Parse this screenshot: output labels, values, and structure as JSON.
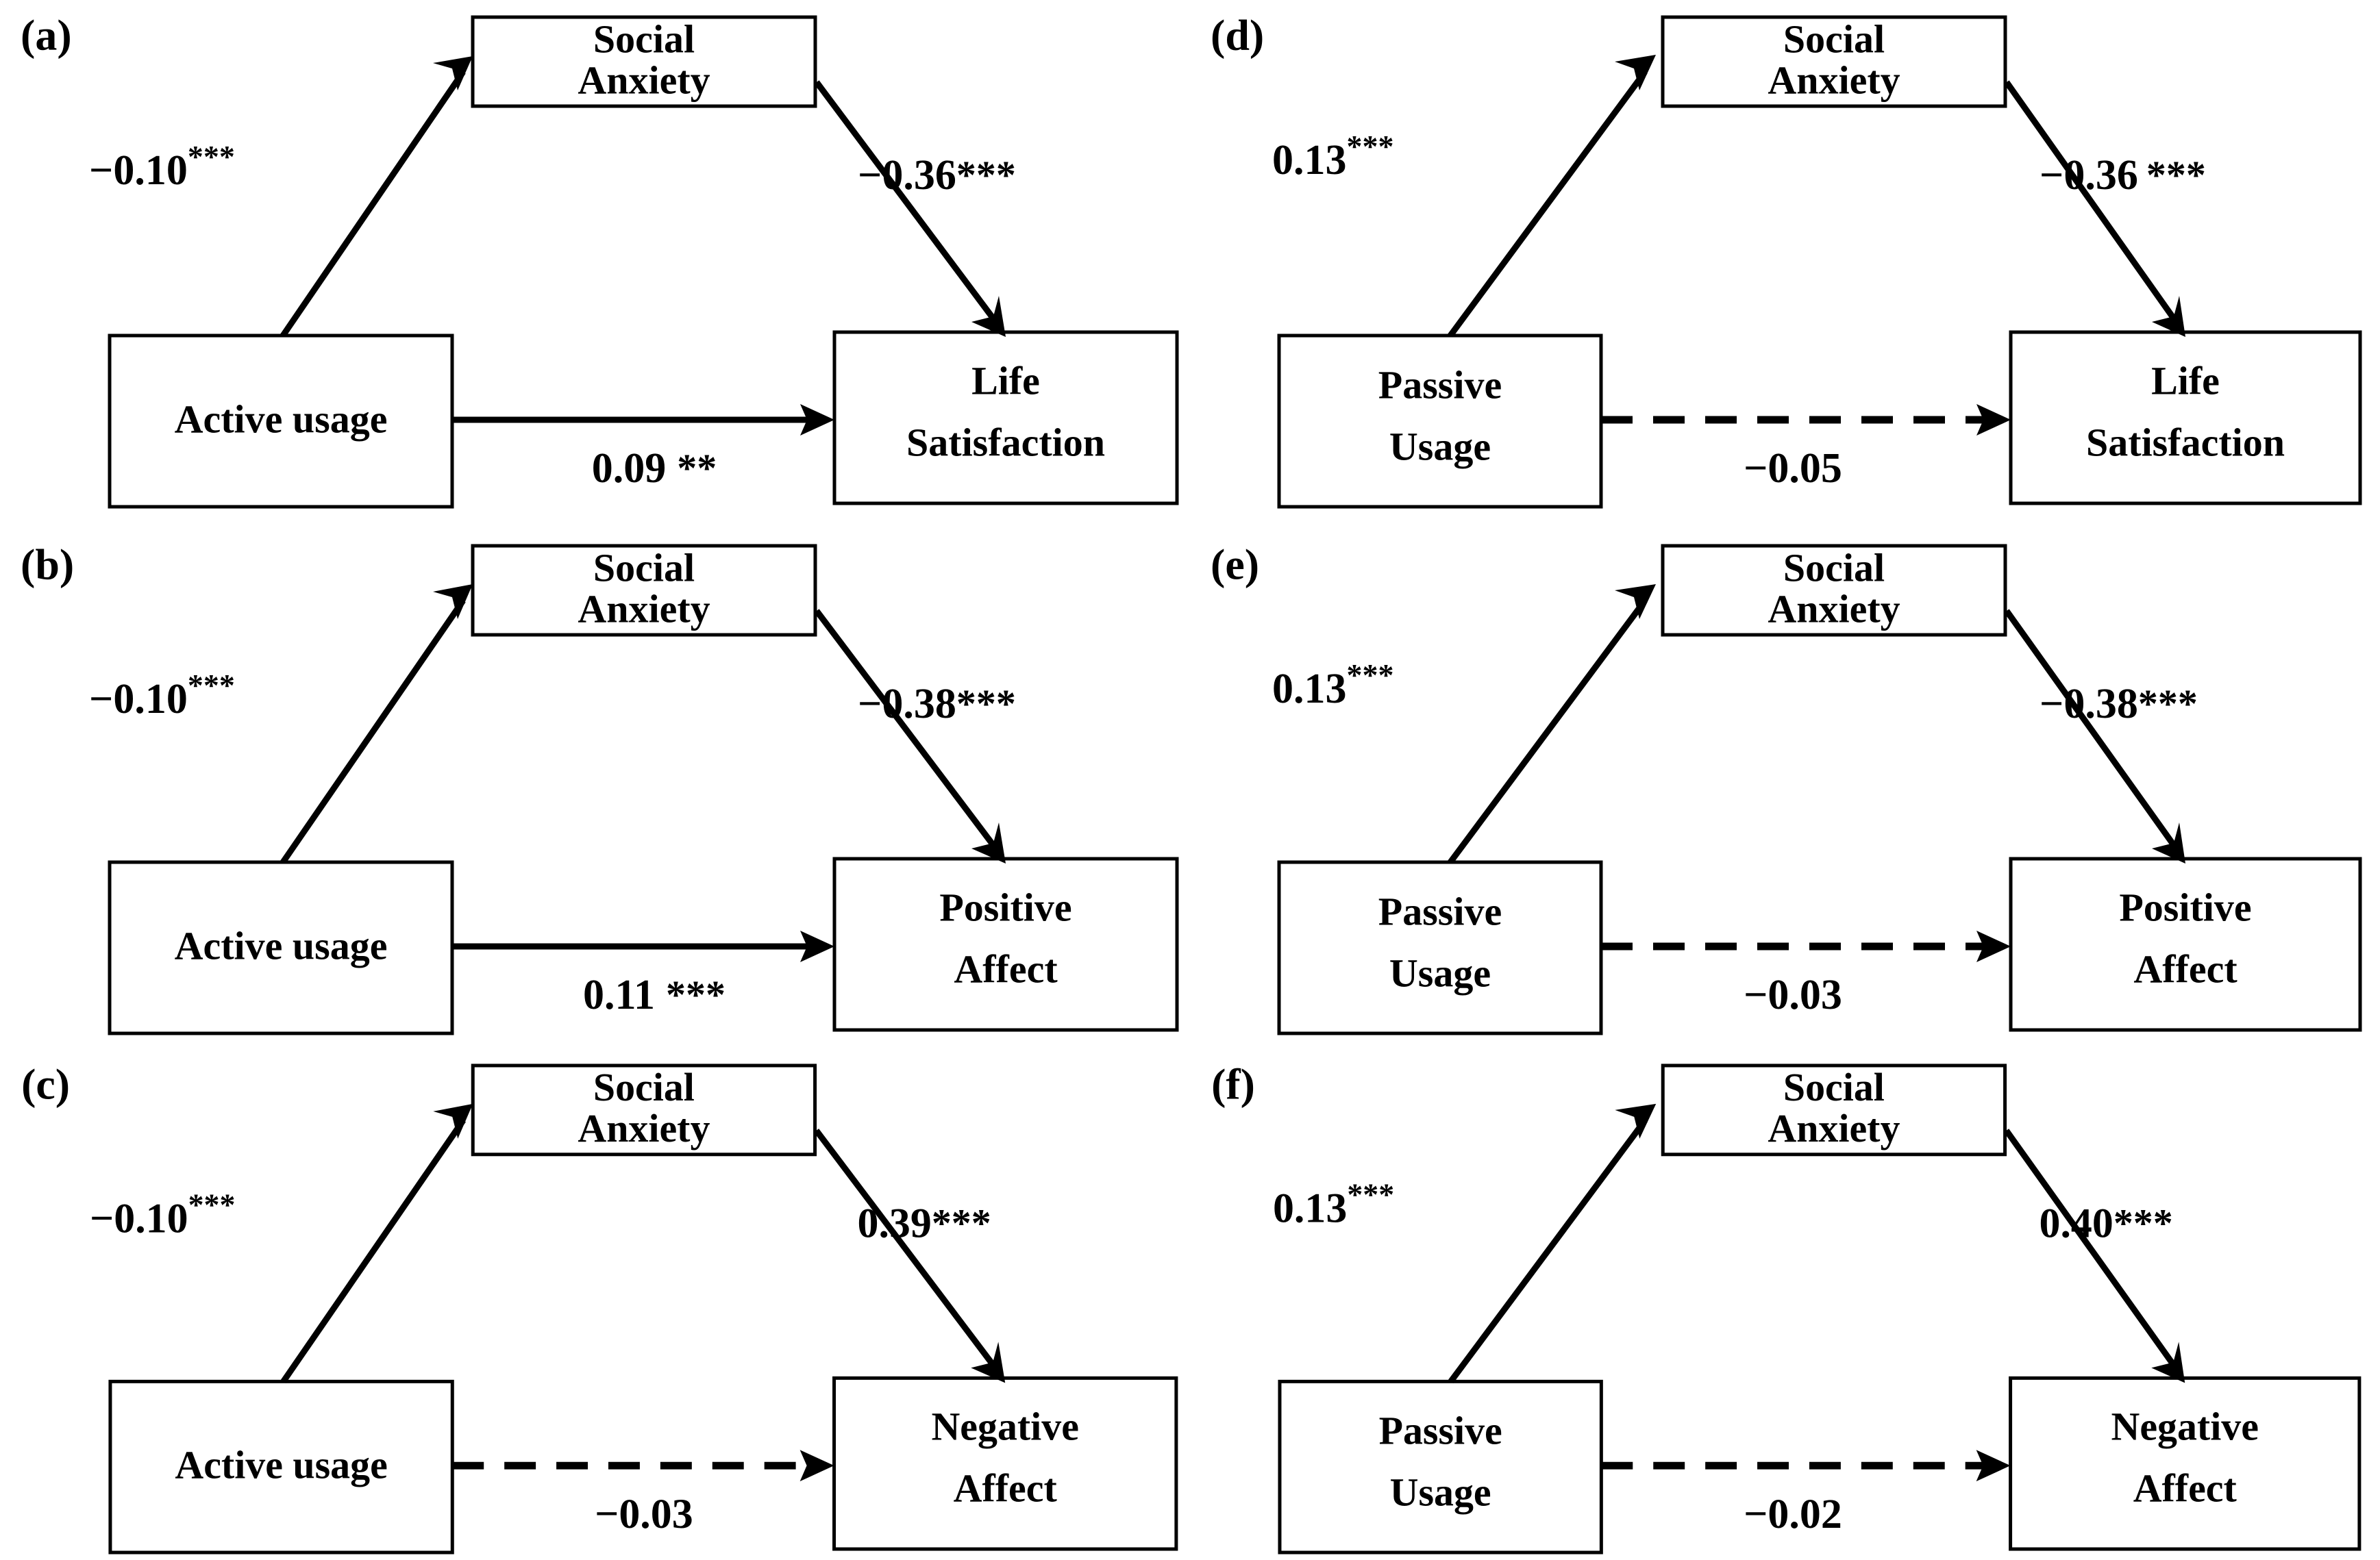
{
  "figure": {
    "type": "mediation-path-diagram-grid",
    "rows": 3,
    "columns": 2,
    "background_color": "#ffffff",
    "line_color": "#000000"
  },
  "chart_data": {
    "type": "diagram",
    "title": "",
    "description": "Six mediation path models relating social media usage style to well-being outcomes through social anxiety",
    "panels": [
      {
        "letter": "(a)",
        "predictor": "Active usage",
        "mediator": "Social\nAnxiety",
        "mediator_line1": "Social",
        "mediator_line2": "Anxiety",
        "outcome_line1": "Life",
        "outcome_line2": "Satisfaction",
        "path_a": {
          "value": "−0.10",
          "stars": "***",
          "style": "superscript"
        },
        "path_b": {
          "value": "−0.36",
          "stars": "***",
          "style": "inline"
        },
        "path_c": {
          "value": "0.09",
          "stars": "**",
          "style": "spaced",
          "line": "solid"
        }
      },
      {
        "letter": "(b)",
        "predictor": "Active usage",
        "mediator_line1": "Social",
        "mediator_line2": "Anxiety",
        "outcome_line1": "Positive",
        "outcome_line2": "Affect",
        "path_a": {
          "value": "−0.10",
          "stars": "***",
          "style": "superscript"
        },
        "path_b": {
          "value": "−0.38",
          "stars": "***",
          "style": "inline"
        },
        "path_c": {
          "value": "0.11",
          "stars": "***",
          "style": "spaced",
          "line": "solid"
        }
      },
      {
        "letter": "(c)",
        "predictor": "Active usage",
        "mediator_line1": "Social",
        "mediator_line2": "Anxiety",
        "outcome_line1": "Negative",
        "outcome_line2": "Affect",
        "path_a": {
          "value": "−0.10",
          "stars": "***",
          "style": "superscript"
        },
        "path_b": {
          "value": "0.39",
          "stars": "***",
          "style": "inline"
        },
        "path_c": {
          "value": "−0.03",
          "stars": "",
          "style": "plain",
          "line": "dashed"
        }
      },
      {
        "letter": "(d)",
        "predictor_line1": "Passive",
        "predictor_line2": "Usage",
        "mediator_line1": "Social",
        "mediator_line2": "Anxiety",
        "outcome_line1": "Life",
        "outcome_line2": "Satisfaction",
        "path_a": {
          "value": "0.13",
          "stars": "***",
          "style": "superscript"
        },
        "path_b": {
          "value": "−0.36",
          "stars": "***",
          "style": "spaced"
        },
        "path_c": {
          "value": "−0.05",
          "stars": "",
          "style": "plain",
          "line": "dashed"
        }
      },
      {
        "letter": "(e)",
        "predictor_line1": "Passive",
        "predictor_line2": "Usage",
        "mediator_line1": "Social",
        "mediator_line2": "Anxiety",
        "outcome_line1": "Positive",
        "outcome_line2": "Affect",
        "path_a": {
          "value": "0.13",
          "stars": "***",
          "style": "superscript"
        },
        "path_b": {
          "value": "−0.38",
          "stars": "***",
          "style": "inline"
        },
        "path_c": {
          "value": "−0.03",
          "stars": "",
          "style": "plain",
          "line": "dashed"
        }
      },
      {
        "letter": "(f)",
        "predictor_line1": "Passive",
        "predictor_line2": "Usage",
        "mediator_line1": "Social",
        "mediator_line2": "Anxiety",
        "outcome_line1": "Negative",
        "outcome_line2": "Affect",
        "path_a": {
          "value": "0.13",
          "stars": "***",
          "style": "superscript"
        },
        "path_b": {
          "value": "0.40",
          "stars": "***",
          "style": "inline"
        },
        "path_c": {
          "value": "−0.02",
          "stars": "",
          "style": "plain",
          "line": "dashed"
        }
      }
    ]
  },
  "panels": {
    "a": {
      "letter": "(a)",
      "mediator_l1": "Social",
      "mediator_l2": "Anxiety",
      "predictor_l1": "Active usage",
      "predictor_l2": "",
      "outcome_l1": "Life",
      "outcome_l2": "Satisfaction",
      "coef_a_value": "−0.10",
      "coef_a_stars": "***",
      "coef_b_value": "−0.36",
      "coef_b_stars": "***",
      "coef_c_value": "0.09",
      "coef_c_stars": "**"
    },
    "b": {
      "letter": "(b)",
      "mediator_l1": "Social",
      "mediator_l2": "Anxiety",
      "predictor_l1": "Active usage",
      "predictor_l2": "",
      "outcome_l1": "Positive",
      "outcome_l2": "Affect",
      "coef_a_value": "−0.10",
      "coef_a_stars": "***",
      "coef_b_value": "−0.38",
      "coef_b_stars": "***",
      "coef_c_value": "0.11",
      "coef_c_stars": "***"
    },
    "c": {
      "letter": "(c)",
      "mediator_l1": "Social",
      "mediator_l2": "Anxiety",
      "predictor_l1": "Active usage",
      "predictor_l2": "",
      "outcome_l1": "Negative",
      "outcome_l2": "Affect",
      "coef_a_value": "−0.10",
      "coef_a_stars": "***",
      "coef_b_value": "0.39",
      "coef_b_stars": "***",
      "coef_c_value": "−0.03",
      "coef_c_stars": ""
    },
    "d": {
      "letter": "(d)",
      "mediator_l1": "Social",
      "mediator_l2": "Anxiety",
      "predictor_l1": "Passive",
      "predictor_l2": "Usage",
      "outcome_l1": "Life",
      "outcome_l2": "Satisfaction",
      "coef_a_value": "0.13",
      "coef_a_stars": "***",
      "coef_b_value": "−0.36",
      "coef_b_stars": "***",
      "coef_c_value": "−0.05",
      "coef_c_stars": ""
    },
    "e": {
      "letter": "(e)",
      "mediator_l1": "Social",
      "mediator_l2": "Anxiety",
      "predictor_l1": "Passive",
      "predictor_l2": "Usage",
      "outcome_l1": "Positive",
      "outcome_l2": "Affect",
      "coef_a_value": "0.13",
      "coef_a_stars": "***",
      "coef_b_value": "−0.38",
      "coef_b_stars": "***",
      "coef_c_value": "−0.03",
      "coef_c_stars": ""
    },
    "f": {
      "letter": "(f)",
      "mediator_l1": "Social",
      "mediator_l2": "Anxiety",
      "predictor_l1": "Passive",
      "predictor_l2": "Usage",
      "outcome_l1": "Negative",
      "outcome_l2": "Affect",
      "coef_a_value": "0.13",
      "coef_a_stars": "***",
      "coef_b_value": "0.40",
      "coef_b_stars": "***",
      "coef_c_value": "−0.02",
      "coef_c_stars": ""
    }
  }
}
